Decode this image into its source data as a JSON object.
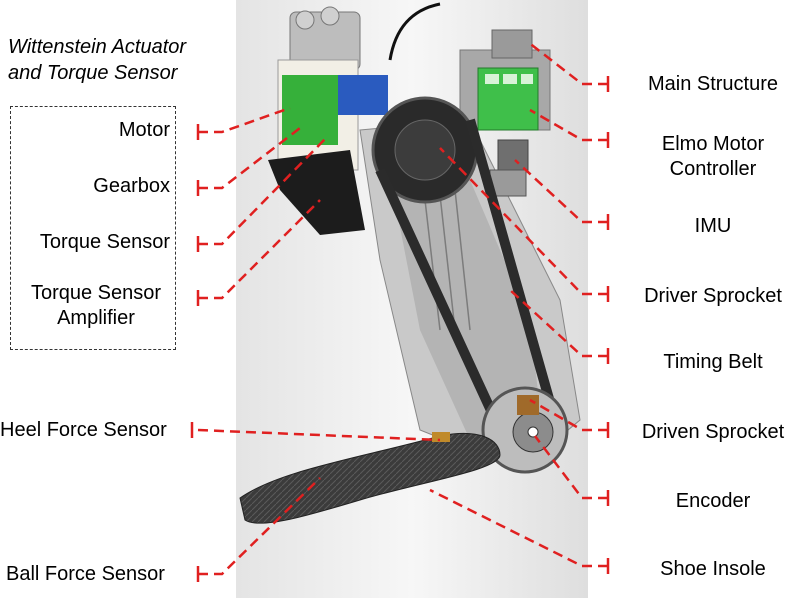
{
  "group": {
    "title_line1": "Wittenstein Actuator",
    "title_line2": "and Torque Sensor"
  },
  "labels_left": {
    "motor": "Motor",
    "gearbox": "Gearbox",
    "torque_sensor": "Torque Sensor",
    "torque_amp_line1": "Torque Sensor",
    "torque_amp_line2": "Amplifier",
    "heel_force": "Heel Force Sensor",
    "ball_force": "Ball Force Sensor"
  },
  "labels_right": {
    "main_structure": "Main Structure",
    "elmo_line1": "Elmo Motor",
    "elmo_line2": "Controller",
    "imu": "IMU",
    "driver_sprocket": "Driver Sprocket",
    "timing_belt": "Timing Belt",
    "driven_sprocket": "Driven Sprocket",
    "encoder": "Encoder",
    "shoe_insole": "Shoe Insole"
  },
  "colors": {
    "leader": "#e02020",
    "board_green": "#3fbf4a",
    "metal": "#b8b8b8",
    "carbon": "#3a3a3a"
  }
}
